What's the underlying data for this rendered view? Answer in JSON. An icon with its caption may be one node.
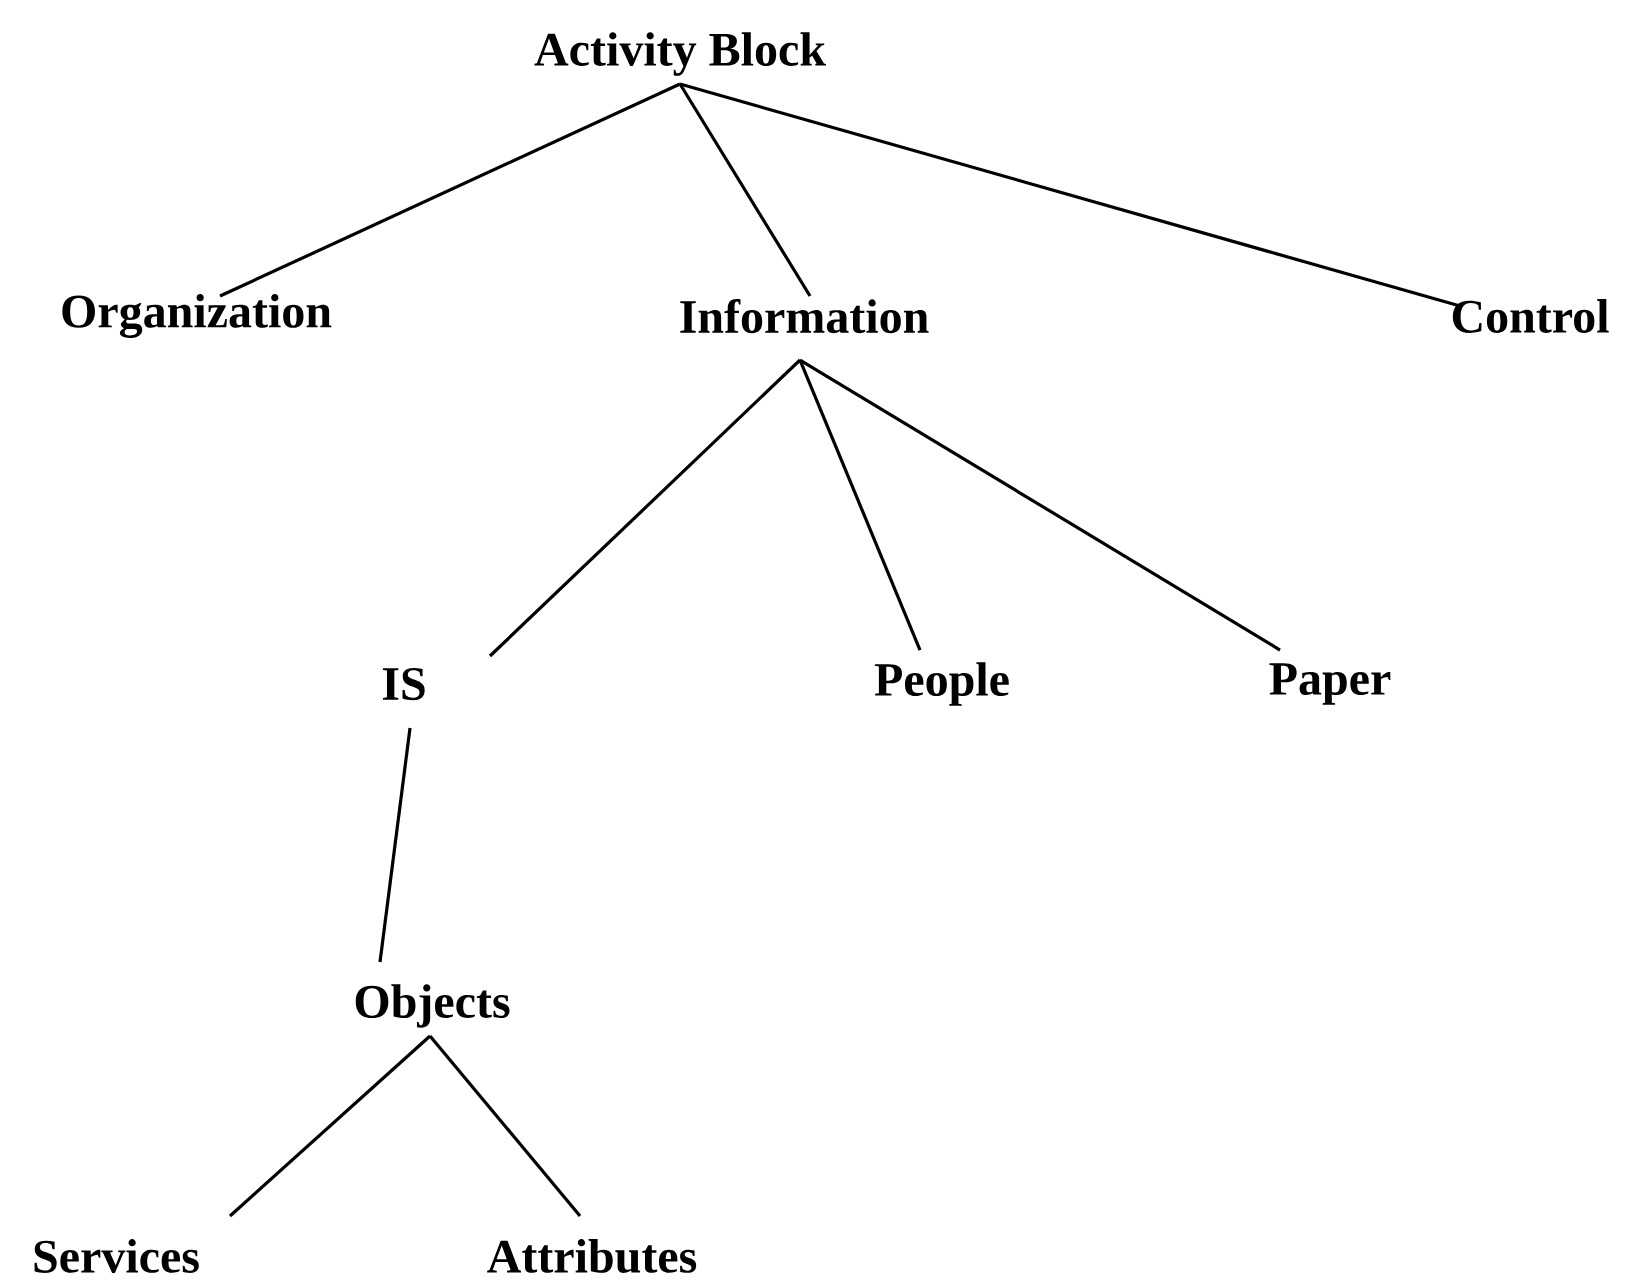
{
  "diagram": {
    "nodes": [
      {
        "text": [
          "Activity Block"
        ]
      },
      {
        "text": [
          "Organization"
        ]
      },
      {
        "text": [
          "Information"
        ]
      },
      {
        "text": [
          "Control"
        ]
      },
      {
        "text": [
          "IS"
        ]
      },
      {
        "text": [
          "People"
        ]
      },
      {
        "text": [
          "Paper"
        ]
      },
      {
        "text": [
          "Objects"
        ]
      },
      {
        "text": [
          "Services"
        ]
      },
      {
        "text": [
          "Attributes"
        ]
      }
    ],
    "edges": [
      {
        "from": 0,
        "to": 1,
        "arrow": "none"
      },
      {
        "from": 0,
        "to": 2,
        "arrow": "none"
      },
      {
        "from": 0,
        "to": 3,
        "arrow": "none"
      },
      {
        "from": 2,
        "to": 4,
        "arrow": "none"
      },
      {
        "from": 2,
        "to": 5,
        "arrow": "none"
      },
      {
        "from": 2,
        "to": 6,
        "arrow": "none"
      },
      {
        "from": 4,
        "to": 7,
        "arrow": "none"
      },
      {
        "from": 7,
        "to": 8,
        "arrow": "none"
      },
      {
        "from": 7,
        "to": 9,
        "arrow": "none"
      }
    ]
  }
}
